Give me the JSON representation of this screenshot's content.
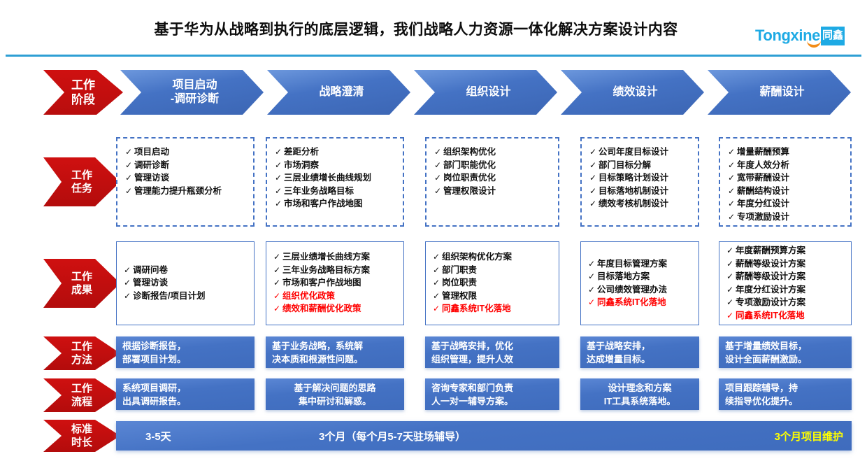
{
  "header": {
    "title": "基于华为从战略到执行的底层逻辑，我们战略人力资源一体化解决方案设计内容",
    "logo_text": "Tongxine",
    "logo_cn": "同鑫",
    "accent_color": "#1eaae4",
    "rule_color": "#2e9fd4"
  },
  "colors": {
    "red": "#c00000",
    "blue": "#4472c4",
    "highlight_red": "#ff0000",
    "highlight_yellow": "#ffff00"
  },
  "stage_header": {
    "label": "工作\n阶段",
    "label_line1": "工作",
    "label_line2": "阶段",
    "stages": [
      {
        "label": "项目启动\n-调研诊断",
        "line1": "项目启动",
        "line2": "-调研诊断"
      },
      {
        "label": "战略澄清",
        "line1": "战略澄清",
        "line2": ""
      },
      {
        "label": "组织设计",
        "line1": "组织设计",
        "line2": ""
      },
      {
        "label": "绩效设计",
        "line1": "绩效设计",
        "line2": ""
      },
      {
        "label": "薪酬设计",
        "line1": "薪酬设计",
        "line2": ""
      }
    ]
  },
  "rows": {
    "tasks": {
      "label_line1": "工作",
      "label_line2": "任务",
      "columns": [
        {
          "items": [
            {
              "text": "项目启动",
              "red": false
            },
            {
              "text": "调研诊断",
              "red": false
            },
            {
              "text": "管理访谈",
              "red": false
            },
            {
              "text": "管理能力提升瓶颈分析",
              "red": false
            }
          ]
        },
        {
          "items": [
            {
              "text": "差距分析",
              "red": false
            },
            {
              "text": "市场洞察",
              "red": false
            },
            {
              "text": "三层业绩增长曲线规划",
              "red": false
            },
            {
              "text": "三年业务战略目标",
              "red": false
            },
            {
              "text": "市场和客户作战地图",
              "red": false
            }
          ]
        },
        {
          "items": [
            {
              "text": "组织架构优化",
              "red": false
            },
            {
              "text": "部门职能优化",
              "red": false
            },
            {
              "text": "岗位职责优化",
              "red": false
            },
            {
              "text": "管理权限设计",
              "red": false
            }
          ]
        },
        {
          "items": [
            {
              "text": "公司年度目标设计",
              "red": false
            },
            {
              "text": "部门目标分解",
              "red": false
            },
            {
              "text": "目标策略计划设计",
              "red": false
            },
            {
              "text": "目标落地机制设计",
              "red": false
            },
            {
              "text": "绩效考核机制设计",
              "red": false
            }
          ]
        },
        {
          "items": [
            {
              "text": "增量薪酬预算",
              "red": false
            },
            {
              "text": "年度人效分析",
              "red": false
            },
            {
              "text": "宽带薪酬设计",
              "red": false
            },
            {
              "text": "薪酬结构设计",
              "red": false
            },
            {
              "text": "年度分红设计",
              "red": false
            },
            {
              "text": "专项激励设计",
              "red": false
            }
          ]
        }
      ]
    },
    "deliverables": {
      "label_line1": "工作",
      "label_line2": "成果",
      "columns": [
        {
          "items": [
            {
              "text": "调研问卷",
              "red": false
            },
            {
              "text": "管理访谈",
              "red": false
            },
            {
              "text": "诊断报告/项目计划",
              "red": false
            }
          ]
        },
        {
          "items": [
            {
              "text": "三层业绩增长曲线方案",
              "red": false
            },
            {
              "text": "三年业务战略目标方案",
              "red": false
            },
            {
              "text": "市场和客户作战地图",
              "red": false
            },
            {
              "text": "组织优化政策",
              "red": true
            },
            {
              "text": "绩效和薪酬优化政策",
              "red": true
            }
          ]
        },
        {
          "items": [
            {
              "text": "组织架构优化方案",
              "red": false
            },
            {
              "text": "部门职责",
              "red": false
            },
            {
              "text": "岗位职责",
              "red": false
            },
            {
              "text": "管理权限",
              "red": false
            },
            {
              "text": "同鑫系统IT化落地",
              "red": true
            }
          ]
        },
        {
          "items": [
            {
              "text": "年度目标管理方案",
              "red": false
            },
            {
              "text": "目标落地方案",
              "red": false
            },
            {
              "text": "公司绩效管理办法",
              "red": false
            },
            {
              "text": "同鑫系统IT化落地",
              "red": true
            }
          ]
        },
        {
          "items": [
            {
              "text": "年度薪酬预算方案",
              "red": false
            },
            {
              "text": "薪酬等级设计方案",
              "red": false
            },
            {
              "text": "薪酬等级设计方案",
              "red": false
            },
            {
              "text": "年度分红设计方案",
              "red": false
            },
            {
              "text": "专项激励设计方案",
              "red": false
            },
            {
              "text": "同鑫系统IT化落地",
              "red": true
            }
          ]
        }
      ]
    },
    "methods": {
      "label_line1": "工作",
      "label_line2": "方法",
      "columns": [
        {
          "line1": "根据诊断报告，",
          "line2": "部署项目计划。",
          "align": "left"
        },
        {
          "line1": "基于业务战略，系统解",
          "line2": "决本质和根源性问题。",
          "align": "left"
        },
        {
          "line1": "基于战略安排，优化",
          "line2": "组织管理，提升人效",
          "align": "left"
        },
        {
          "line1": "基于战略安排，",
          "line2": "达成增量目标。",
          "align": "left"
        },
        {
          "line1": "基于增量绩效目标，",
          "line2": "设计全面薪酬激励。",
          "align": "left"
        }
      ]
    },
    "process": {
      "label_line1": "工作",
      "label_line2": "流程",
      "columns": [
        {
          "line1": "系统项目调研，",
          "line2": "出具调研报告。",
          "align": "left"
        },
        {
          "line1": "基于解决问题的思路",
          "line2": "集中研讨和解惑。",
          "align": "center"
        },
        {
          "line1": "咨询专家和部门负责",
          "line2": "人一对一辅导方案。",
          "align": "left"
        },
        {
          "line1": "设计理念和方案",
          "line2": "IT工具系统落地。",
          "align": "center"
        },
        {
          "line1": "项目跟踪辅导，持",
          "line2": "续指导优化提升。",
          "align": "left"
        }
      ]
    },
    "duration": {
      "label_line1": "标准",
      "label_line2": "时长",
      "segments": [
        {
          "text": "3-5天",
          "highlight": false
        },
        {
          "text": "3个月（每个月5-7天驻场辅导）",
          "highlight": false
        },
        {
          "text": "3个月项目维护",
          "highlight": true
        }
      ]
    }
  }
}
